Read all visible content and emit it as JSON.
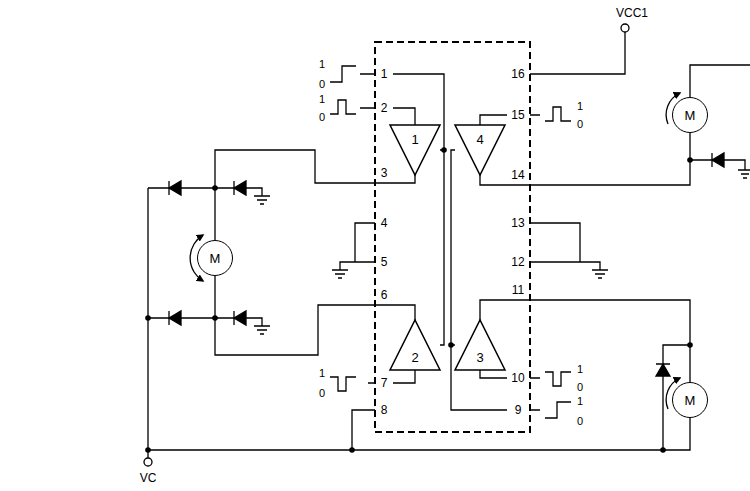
{
  "diagram": {
    "nodes": [
      {
        "text": [
          "1"
        ]
      },
      {
        "text": [
          "4"
        ]
      },
      {
        "text": [
          "M"
        ]
      },
      {
        "text": [
          "M"
        ]
      },
      {
        "text": [
          "2"
        ]
      },
      {
        "text": [
          "3"
        ]
      },
      {
        "text": [
          "M"
        ]
      }
    ],
    "edges": [
      {
        "from": 0,
        "to": 3,
        "arrow": "none"
      },
      {
        "from": 4,
        "to": 3,
        "arrow": "none"
      },
      {
        "from": 1,
        "to": 2,
        "arrow": "none"
      },
      {
        "from": 5,
        "to": 6,
        "arrow": "none"
      },
      {
        "from": 0,
        "to": 4,
        "arrow": "none"
      },
      {
        "from": 1,
        "to": 5,
        "arrow": "none"
      }
    ],
    "labels": [
      "VCC1",
      "1",
      "2",
      "3",
      "4",
      "5",
      "6",
      "7",
      "8",
      "16",
      "15",
      "14",
      "13",
      "12",
      "11",
      "10",
      "9",
      "1",
      "0",
      "1",
      "0",
      "1",
      "0",
      "1",
      "0",
      "1",
      "0",
      "1",
      "0",
      "VC"
    ]
  }
}
